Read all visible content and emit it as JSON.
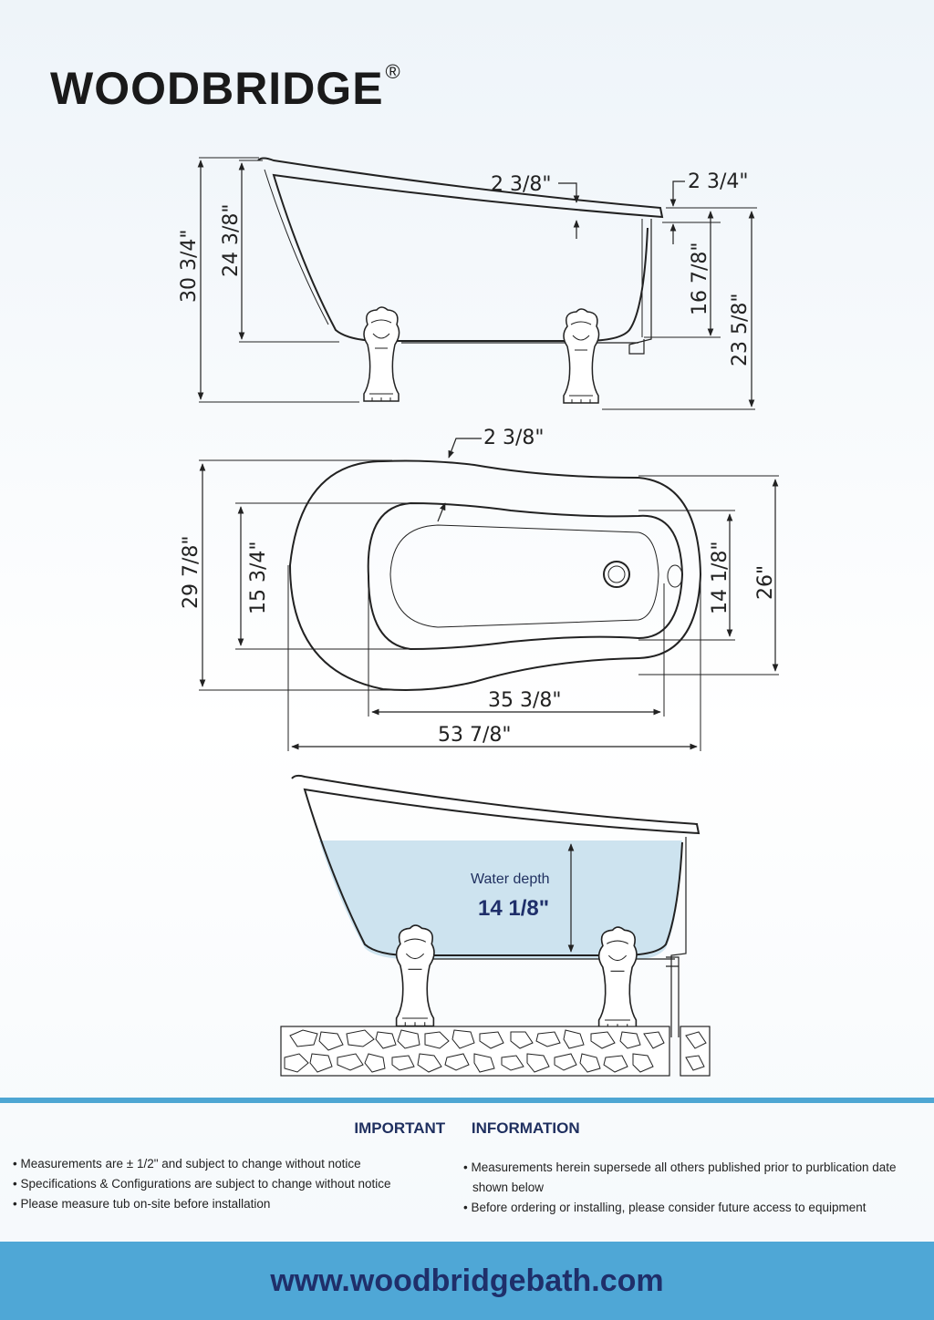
{
  "brand": {
    "name": "WOODBRIDGE",
    "registered": "®"
  },
  "side_view": {
    "dims": {
      "overall_height": "30 3/4\"",
      "interior_height": "24 3/8\"",
      "rim_thickness": "2 3/8\"",
      "rim_lip": "2 3/4\"",
      "drain_height": "16 7/8\"",
      "rim_height_end": "23 5/8\""
    }
  },
  "top_view": {
    "dims": {
      "rim_width": "2 3/8\"",
      "overall_width": "29 7/8\"",
      "interior_width_head": "15 3/4\"",
      "interior_width_foot": "14 1/8\"",
      "width_foot_end": "26\"",
      "interior_length": "35 3/8\"",
      "overall_length": "53 7/8\""
    }
  },
  "water_view": {
    "label": "Water depth",
    "value": "14 1/8\"",
    "water_color": "#cde3ef"
  },
  "info": {
    "title_left": "IMPORTANT",
    "title_right": "INFORMATION",
    "left_bullets": [
      "Measurements are ± 1/2\" and subject to change without notice",
      "Specifications & Configurations are subject to change without notice",
      "Please measure tub on-site before installation"
    ],
    "right_bullets": [
      "Measurements herein supersede all others published prior to purblication date shown below",
      "Before ordering or installing, please consider future access to equipment"
    ]
  },
  "footer": {
    "url": "www.woodbridgebath.com",
    "color": "#4fa7d6"
  }
}
